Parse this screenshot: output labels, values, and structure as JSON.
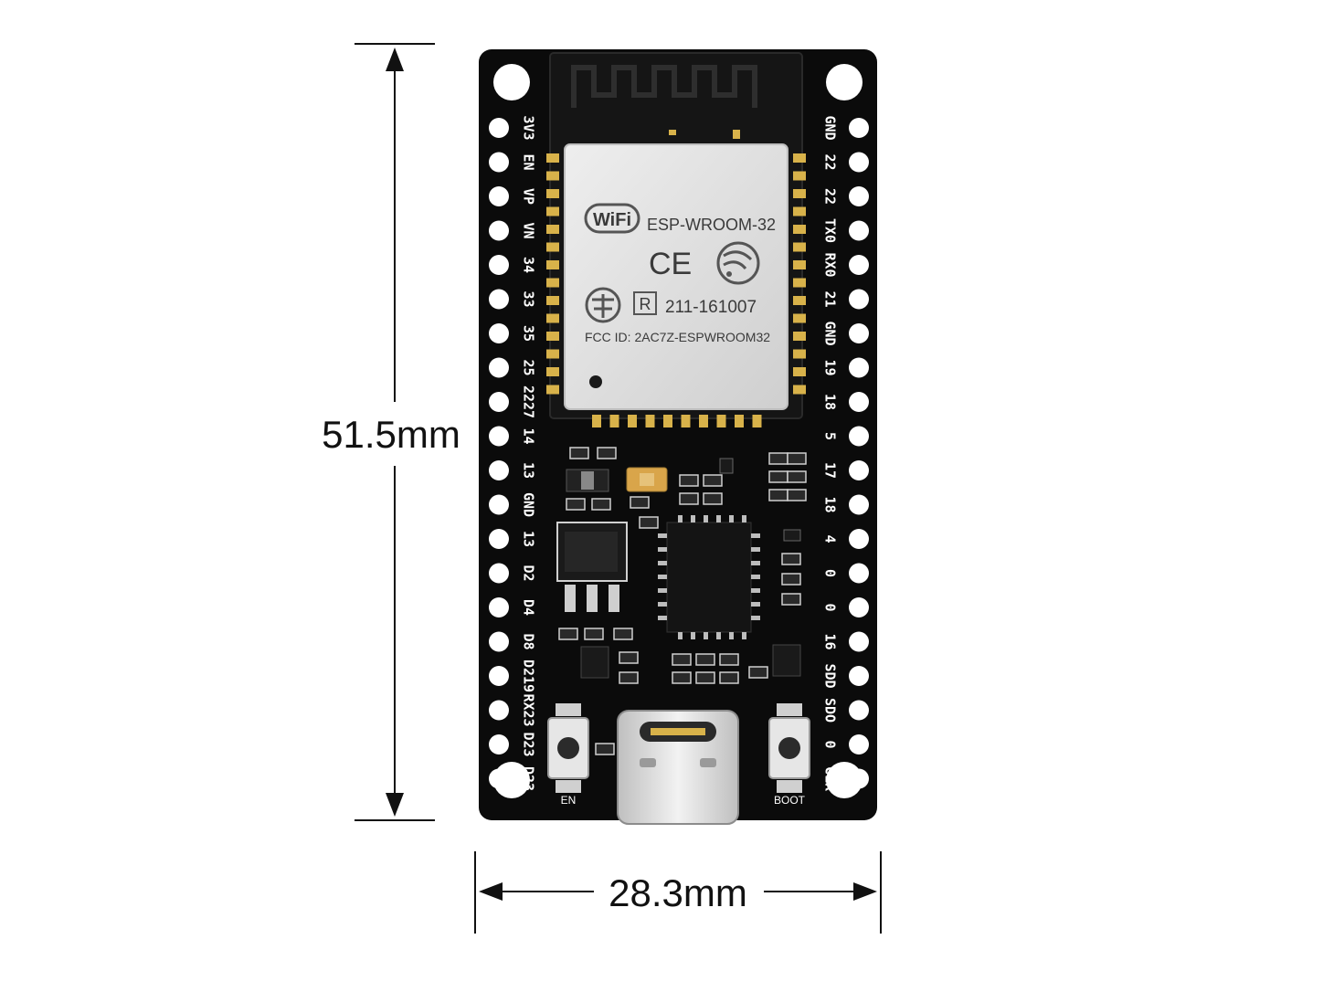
{
  "dimensions": {
    "height_label": "51.5mm",
    "width_label": "28.3mm"
  },
  "module": {
    "logo_text": "WiFi",
    "model": "ESP-WROOM-32",
    "ce_mark": "CE",
    "cert_number": "211-161007",
    "fcc_id": "FCC ID: 2AC7Z-ESPWROOM32"
  },
  "pins": {
    "left": [
      "3V3",
      "EN",
      "VP",
      "VN",
      "34",
      "33",
      "35",
      "25",
      "2227",
      "14",
      "13",
      "GND",
      "13",
      "D2",
      "D4",
      "D8",
      "D219",
      "RX23",
      "D23",
      "D23"
    ],
    "right": [
      "GND",
      "22",
      "22",
      "TX0",
      "RX0",
      "21",
      "GND",
      "19",
      "18",
      "5",
      "17",
      "18",
      "4",
      "0",
      "0",
      "16",
      "SDD",
      "SDO",
      "0",
      "CLK"
    ]
  },
  "buttons": {
    "en_label": "EN",
    "boot_label": "BOOT"
  },
  "colors": {
    "board": "#0b0b0b",
    "module_can": "#d9d9d9",
    "pad_gold": "#d8b24a",
    "hole_white": "#ffffff"
  }
}
